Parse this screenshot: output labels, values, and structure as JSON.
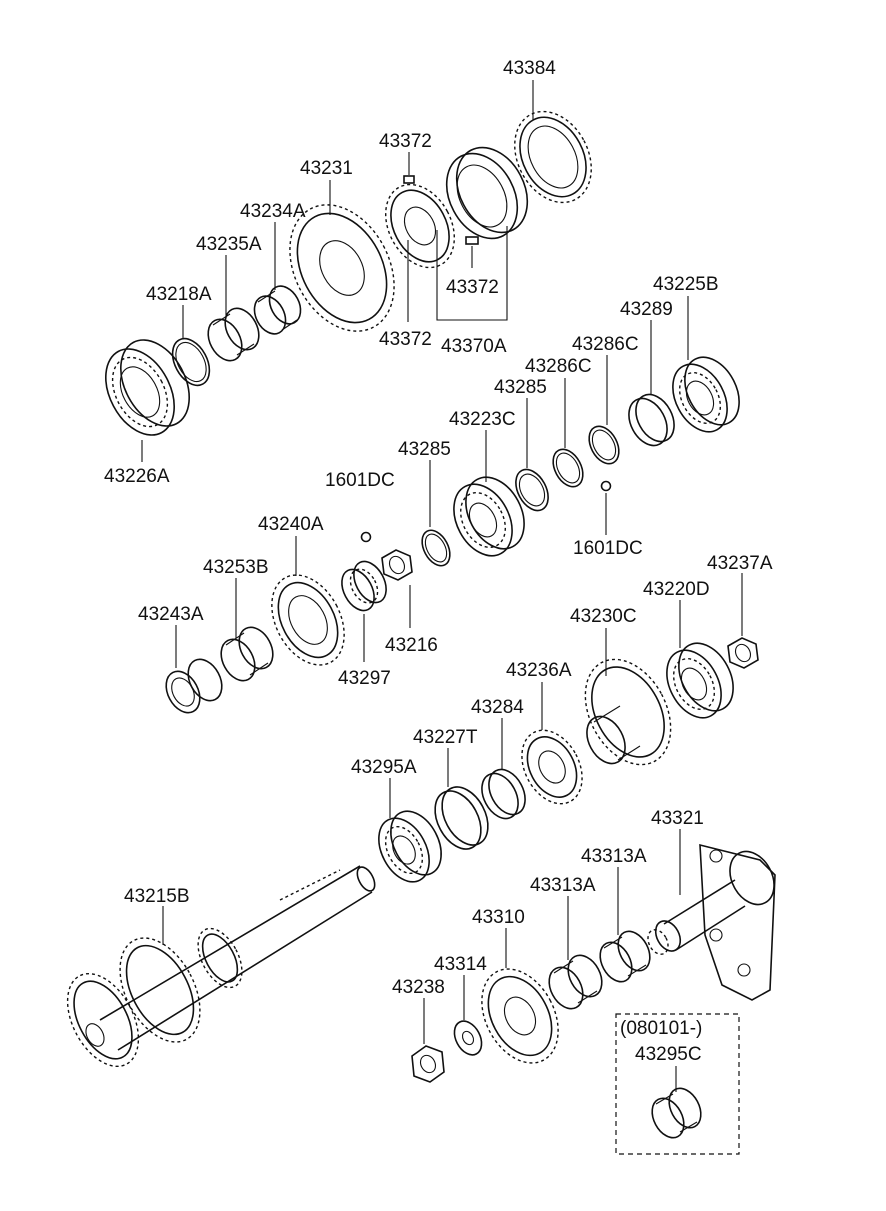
{
  "labels": {
    "p43384": "43384",
    "p43372_top": "43372",
    "p43231": "43231",
    "p43234A": "43234A",
    "p43235A": "43235A",
    "p43218A": "43218A",
    "p43226A": "43226A",
    "p43372_mid": "43372",
    "p43372_low": "43372",
    "p43370A": "43370A",
    "p43225B": "43225B",
    "p43289": "43289",
    "p43286C_a": "43286C",
    "p43286C_b": "43286C",
    "p43285_a": "43285",
    "p43223C": "43223C",
    "p43285_b": "43285",
    "p1601DC_a": "1601DC",
    "p1601DC_b": "1601DC",
    "p43240A": "43240A",
    "p43253B": "43253B",
    "p43243A": "43243A",
    "p43297": "43297",
    "p43216": "43216",
    "p43237A": "43237A",
    "p43220D": "43220D",
    "p43230C": "43230C",
    "p43236A": "43236A",
    "p43284": "43284",
    "p43227T": "43227T",
    "p43295A": "43295A",
    "p43321": "43321",
    "p43313A_a": "43313A",
    "p43313A_b": "43313A",
    "p43310": "43310",
    "p43314": "43314",
    "p43238": "43238",
    "p43215B": "43215B",
    "box_date": "(080101-)",
    "p43295C": "43295C"
  }
}
